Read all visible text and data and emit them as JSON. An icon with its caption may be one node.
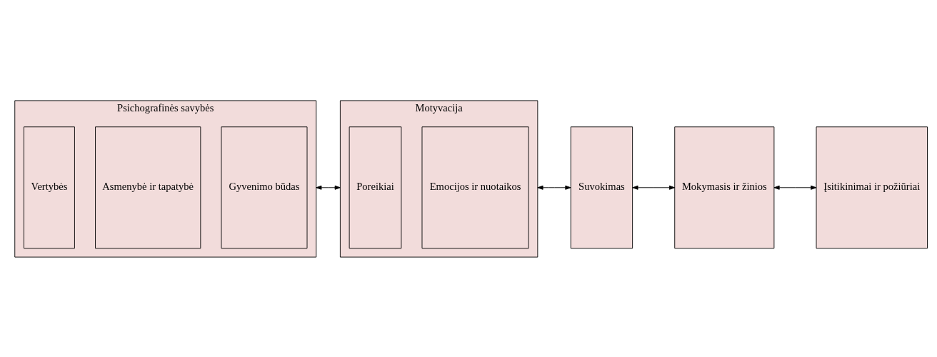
{
  "diagram": {
    "nodes": [
      {
        "text": [
          "Psichografinės savybės"
        ]
      },
      {
        "text": [
          "Vertybės"
        ],
        "in": 0
      },
      {
        "text": [
          "Asmenybė ir tapatybė"
        ],
        "in": 0
      },
      {
        "text": [
          "Gyvenimo būdas"
        ],
        "in": 0
      },
      {
        "text": [
          "Motyvacija"
        ]
      },
      {
        "text": [
          "Poreikiai"
        ],
        "in": 4
      },
      {
        "text": [
          "Emocijos ir nuotaikos"
        ],
        "in": 4
      },
      {
        "text": [
          "Suvokimas"
        ]
      },
      {
        "text": [
          "Mokymasis ir žinios"
        ]
      },
      {
        "text": [
          "Įsitikinimai ir požiūriai"
        ]
      }
    ],
    "edges": [
      {
        "from": 0,
        "to": 4,
        "arrow": "both"
      },
      {
        "from": 4,
        "to": 7,
        "arrow": "both"
      },
      {
        "from": 7,
        "to": 8,
        "arrow": "both"
      },
      {
        "from": 8,
        "to": 9,
        "arrow": "both"
      }
    ]
  }
}
